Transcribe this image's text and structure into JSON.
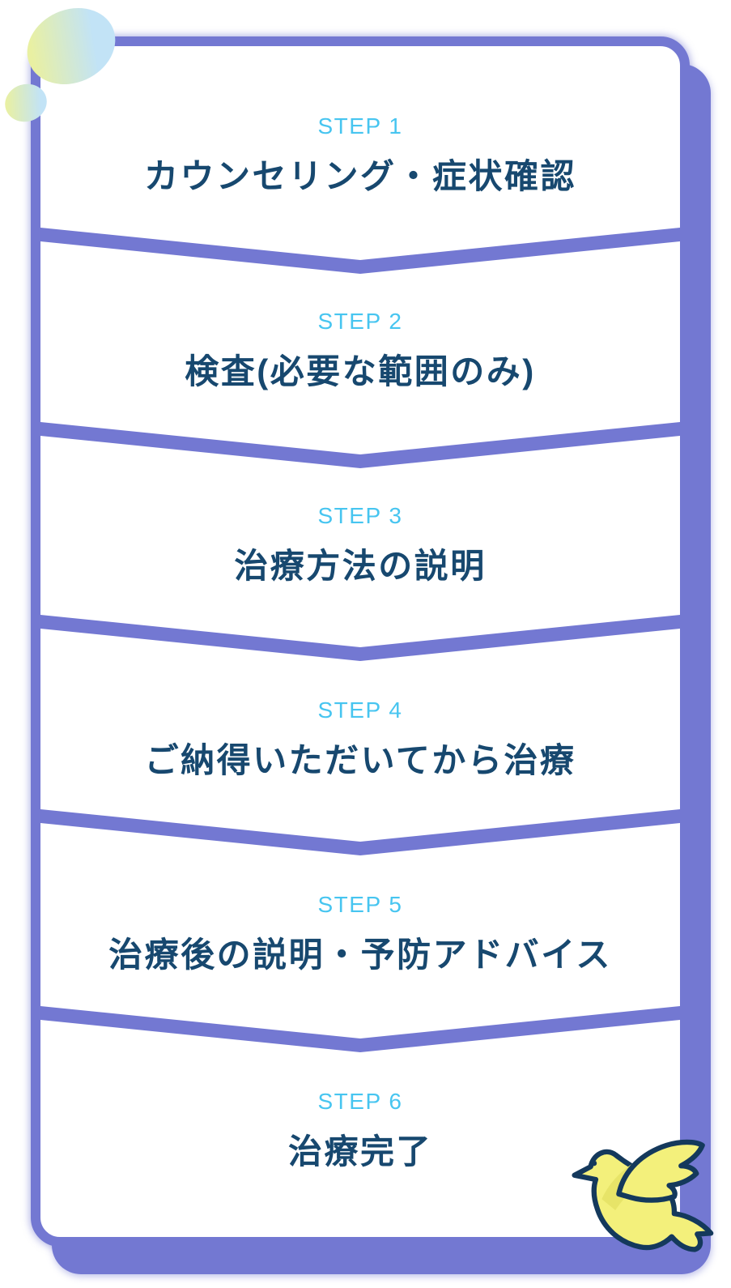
{
  "steps": [
    {
      "label": "STEP 1",
      "title": "カウンセリング・症状確認"
    },
    {
      "label": "STEP 2",
      "title": "検査(必要な範囲のみ)"
    },
    {
      "label": "STEP 3",
      "title": "治療方法の説明"
    },
    {
      "label": "STEP 4",
      "title": "ご納得いただいてから治療"
    },
    {
      "label": "STEP 5",
      "title": "治療後の説明・予防アドバイス"
    },
    {
      "label": "STEP 6",
      "title": "治療完了"
    }
  ],
  "colors": {
    "frame_purple": "#7378d2",
    "step_label_blue": "#47c5f0",
    "title_navy": "#17486f",
    "bird_body_yellow": "#f3f07b",
    "bird_backwing_yellow": "#e7e468",
    "bird_outline_navy": "#14395c",
    "blob_yellow": "#e9f0a2",
    "blob_blue": "#c2e3f6"
  }
}
